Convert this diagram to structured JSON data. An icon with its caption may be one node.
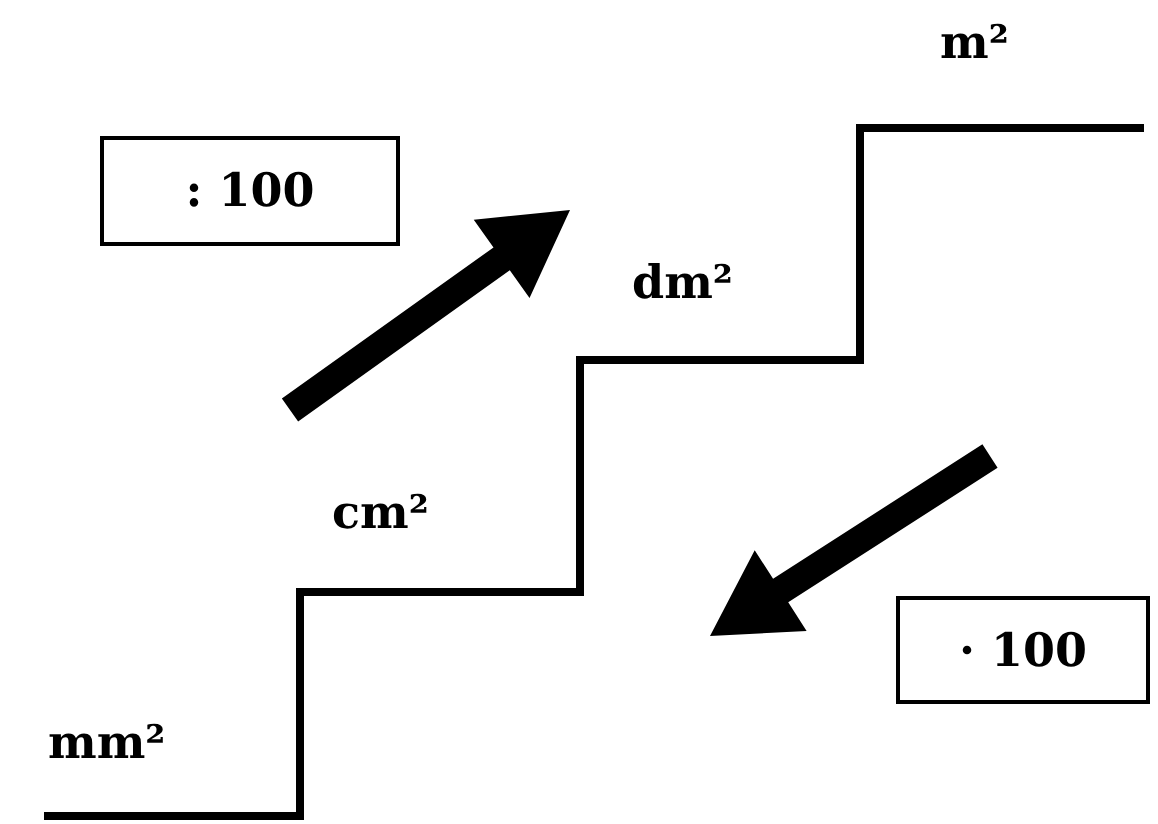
{
  "diagram": {
    "nodes": [
      {
        "text": [
          ": 100"
        ]
      },
      {
        "text": [
          "· 100"
        ]
      }
    ],
    "labels": [
      "m²",
      "dm²",
      "cm²",
      "mm²"
    ]
  }
}
